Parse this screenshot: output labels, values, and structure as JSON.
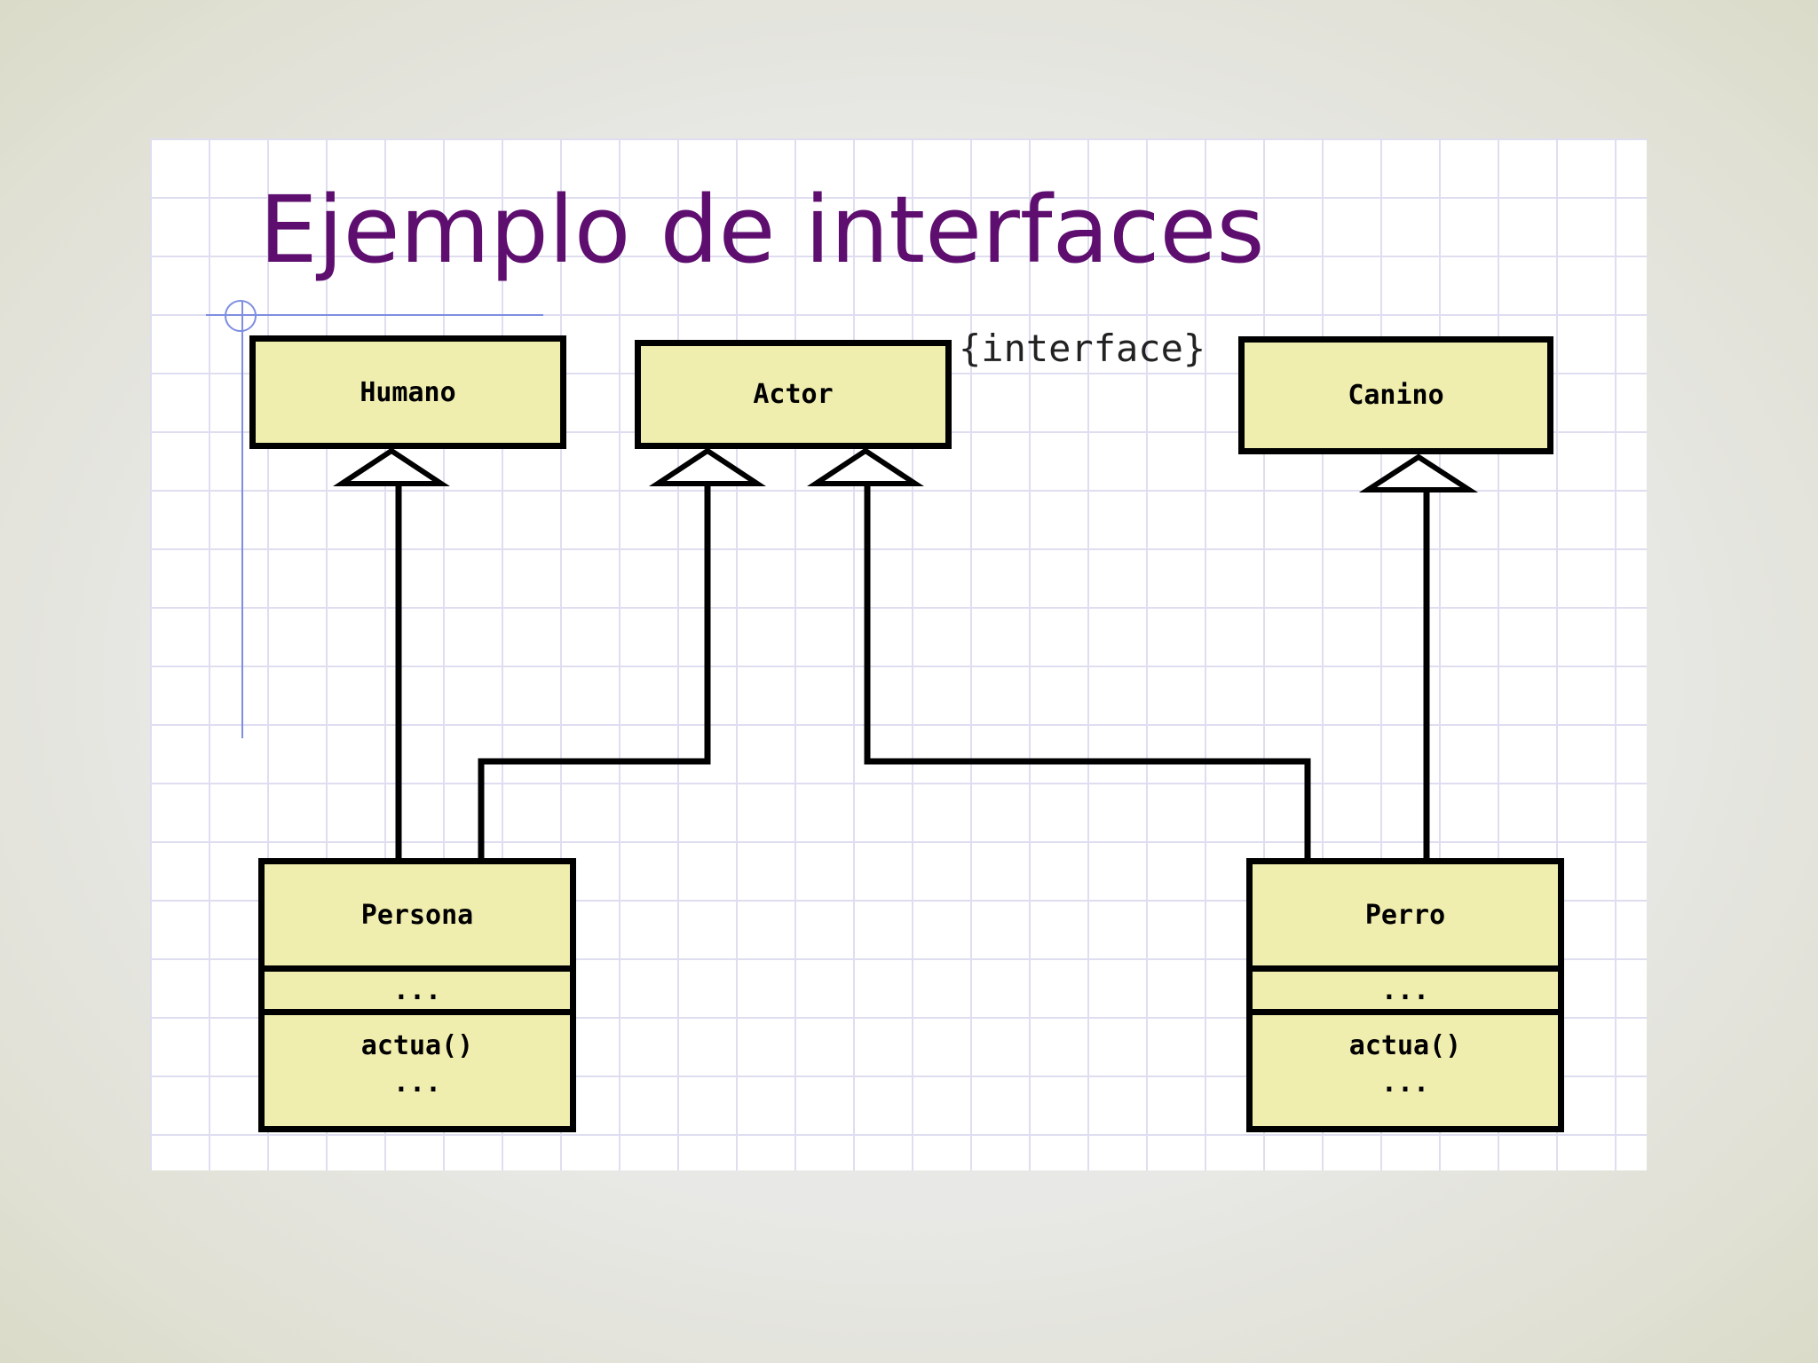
{
  "title": "Ejemplo de interfaces",
  "stereotype": "{interface}",
  "diagram": {
    "interfaces": [
      "Humano",
      "Actor",
      "Canino"
    ],
    "classes": [
      {
        "name": "Persona",
        "attributes": "...",
        "operation": "actua()",
        "more": "..."
      },
      {
        "name": "Perro",
        "attributes": "...",
        "operation": "actua()",
        "more": "..."
      }
    ],
    "relations": [
      {
        "from": "Persona",
        "to": "Humano",
        "type": "generalization"
      },
      {
        "from": "Persona",
        "to": "Actor",
        "type": "generalization"
      },
      {
        "from": "Perro",
        "to": "Actor",
        "type": "generalization"
      },
      {
        "from": "Perro",
        "to": "Canino",
        "type": "generalization"
      }
    ]
  },
  "colors": {
    "title": "#5e0e6e",
    "box_fill": "#f0eeae",
    "box_border": "#000000",
    "grid": "#dedef0",
    "guide": "#7e8ee0"
  }
}
